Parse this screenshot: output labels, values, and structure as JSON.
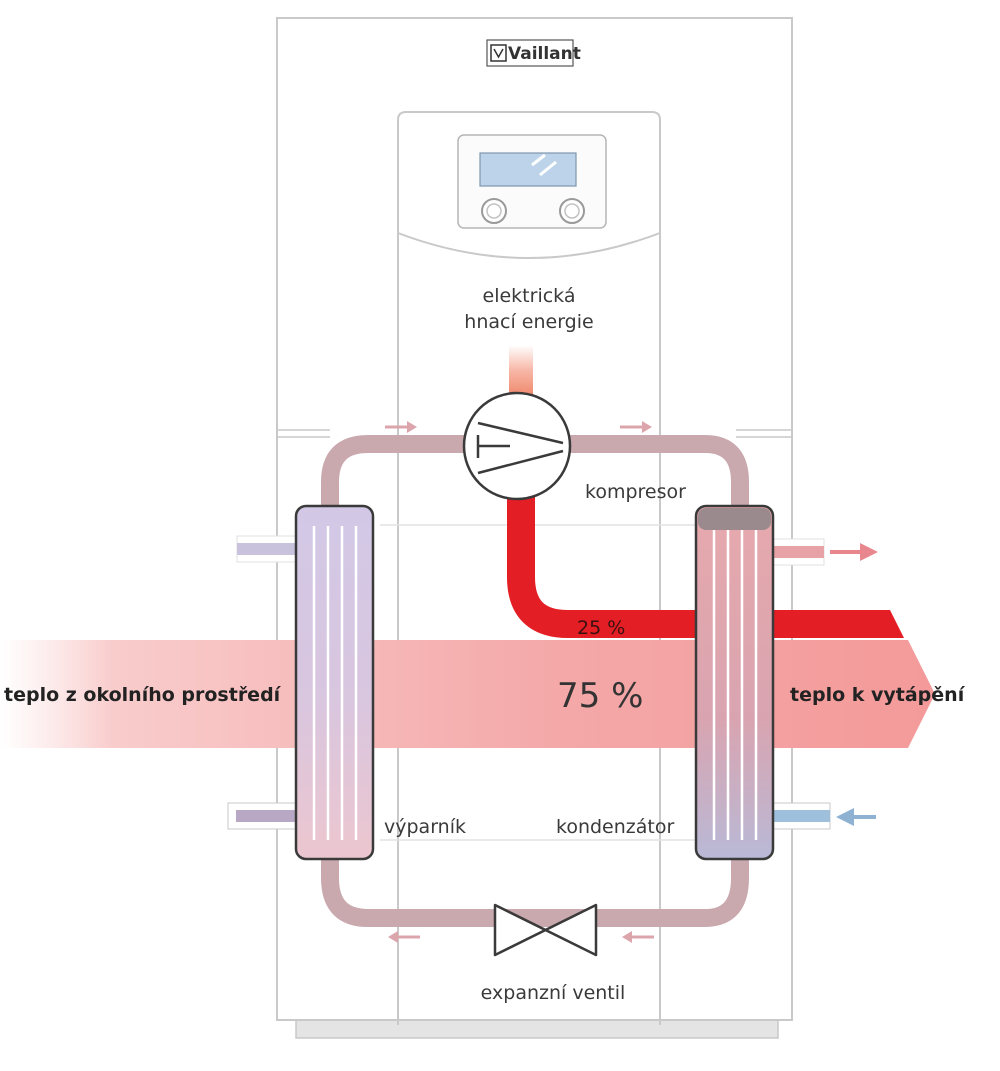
{
  "brand": {
    "name": "Vaillant"
  },
  "labels": {
    "drive_energy_line1": "elektrická",
    "drive_energy_line2": "hnací energie",
    "compressor": "kompresor",
    "evaporator": "výparník",
    "condenser": "kondenzátor",
    "expansion_valve": "expanzní ventil",
    "heat_source": "teplo z okolního prostředí",
    "heat_output": "teplo k vytápění"
  },
  "shares": {
    "electric_pct_label": "25 %",
    "ambient_pct_label": "75 %",
    "electric_value": 25,
    "ambient_value": 75
  },
  "colors": {
    "electric_flow": "#e31e24",
    "ambient_flow": "#f4a0a0",
    "refrigerant_pipe": "#c9a8ae",
    "hot_water_arrow": "#e9878f",
    "cold_water_arrow": "#8fb2d3",
    "cabinet_outline": "#c9c9c9"
  }
}
